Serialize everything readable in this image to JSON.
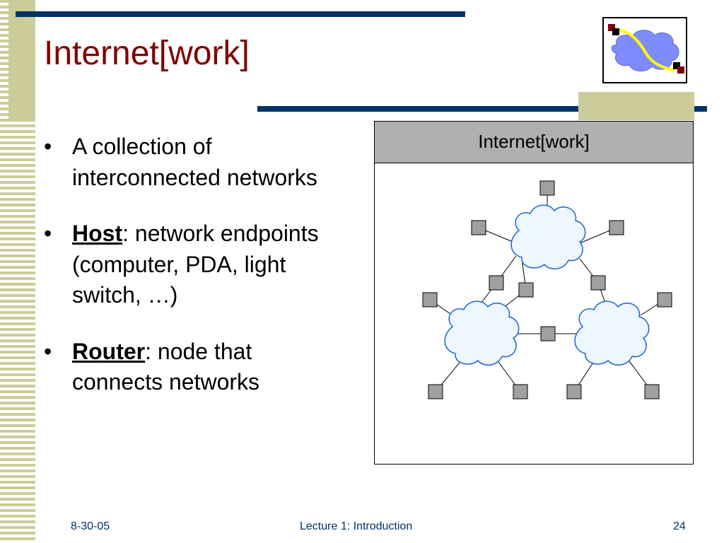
{
  "slide": {
    "title": "Internet[work]",
    "bullets": [
      {
        "term": "",
        "text": "A collection of interconnected networks"
      },
      {
        "term": "Host",
        "text": ": network endpoints (computer, PDA, light switch, …)"
      },
      {
        "term": "Router",
        "text": ": node that connects networks"
      }
    ]
  },
  "diagram": {
    "header": "Internet[work]"
  },
  "footer": {
    "date": "8-30-05",
    "center": "Lecture 1: Introduction",
    "page": "24"
  },
  "colors": {
    "title": "#800000",
    "rule": "#003366",
    "stripe": "#cccc99",
    "cloud_fill": "#eef6ff",
    "cloud_stroke": "#1a66cc",
    "node_fill": "#a0a0a0",
    "header_fill": "#b0b0b0"
  }
}
